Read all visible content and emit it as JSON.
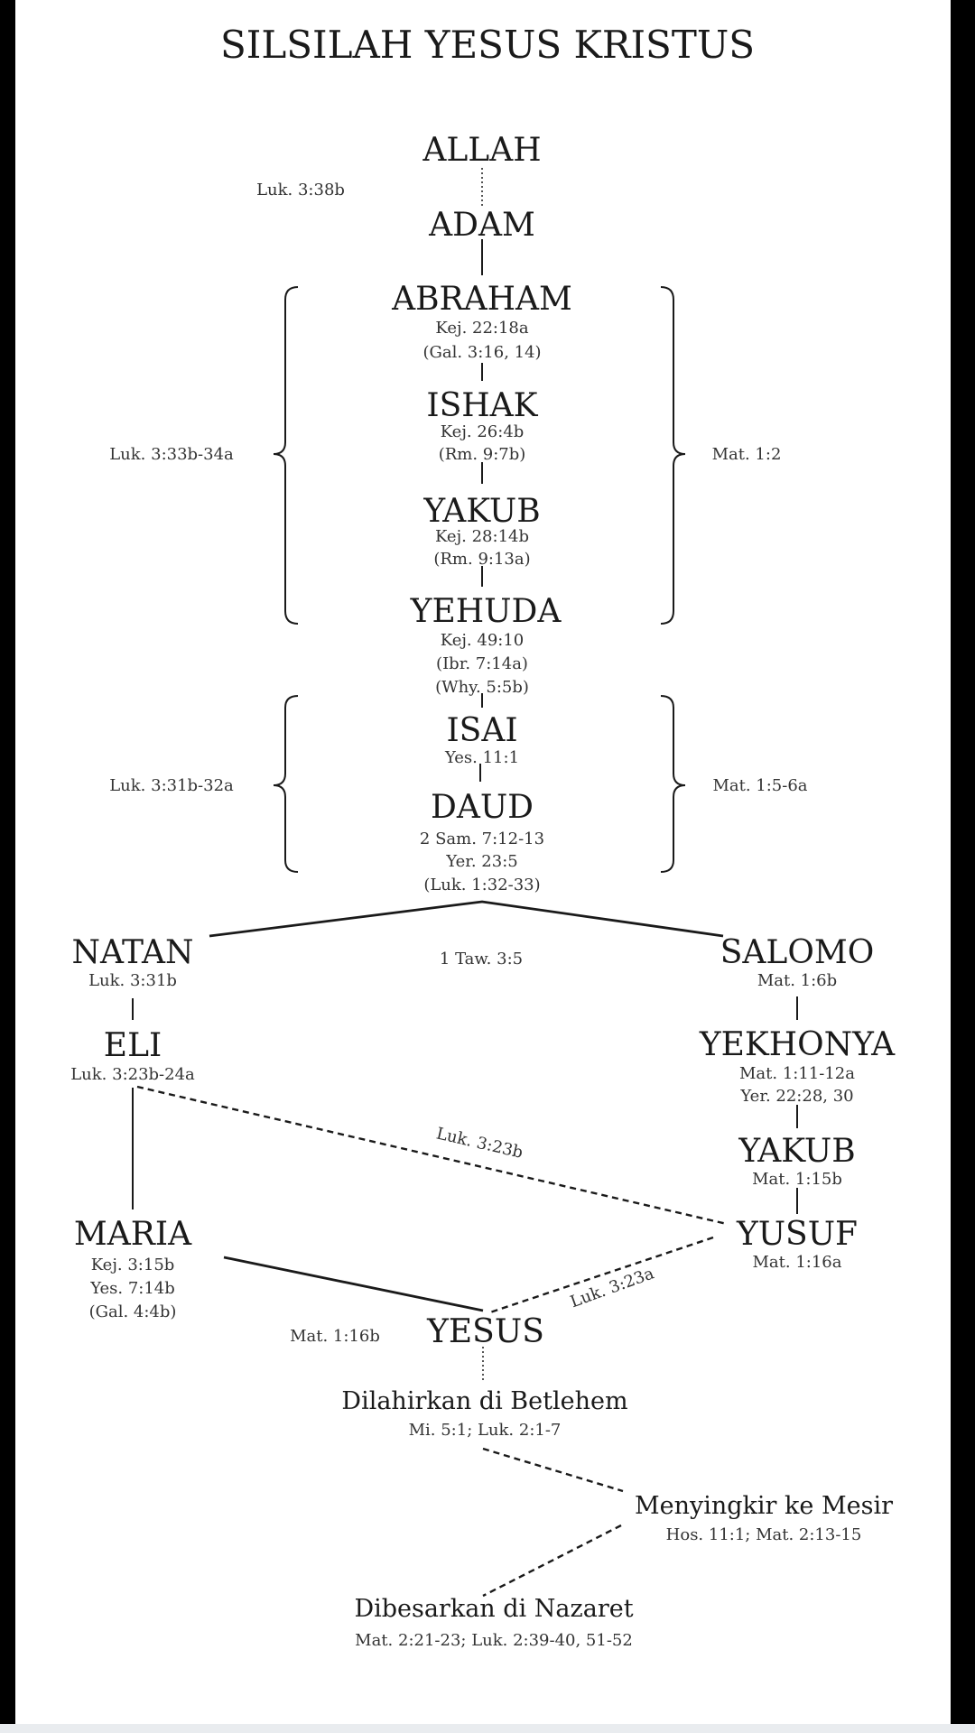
{
  "title": "SILSILAH YESUS KRISTUS",
  "nodes": {
    "allah": {
      "name": "ALLAH"
    },
    "adam": {
      "name": "ADAM",
      "link_ref": "Luk. 3:38b"
    },
    "abraham": {
      "name": "ABRAHAM",
      "refs": [
        "Kej. 22:18a",
        "(Gal. 3:16, 14)"
      ]
    },
    "ishak": {
      "name": "ISHAK",
      "refs": [
        "Kej. 26:4b",
        "(Rm. 9:7b)"
      ]
    },
    "yakub1": {
      "name": "YAKUB",
      "refs": [
        "Kej. 28:14b",
        "(Rm. 9:13a)"
      ]
    },
    "yehuda": {
      "name": "YEHUDA",
      "refs": [
        "Kej. 49:10",
        "(Ibr. 7:14a)",
        "(Why. 5:5b)"
      ]
    },
    "isai": {
      "name": "ISAI",
      "refs": [
        "Yes. 11:1"
      ]
    },
    "daud": {
      "name": "DAUD",
      "refs": [
        "2 Sam. 7:12-13",
        "Yer. 23:5",
        "(Luk. 1:32-33)"
      ]
    },
    "natan": {
      "name": "NATAN",
      "refs": [
        "Luk. 3:31b"
      ]
    },
    "salomo": {
      "name": "SALOMO",
      "refs": [
        "Mat. 1:6b"
      ]
    },
    "eli": {
      "name": "ELI",
      "refs": [
        "Luk. 3:23b-24a"
      ]
    },
    "yekhonya": {
      "name": "YEKHONYA",
      "refs": [
        "Mat. 1:11-12a",
        "Yer. 22:28, 30"
      ]
    },
    "yakub2": {
      "name": "YAKUB",
      "refs": [
        "Mat. 1:15b"
      ]
    },
    "maria": {
      "name": "MARIA",
      "refs": [
        "Kej. 3:15b",
        "Yes. 7:14b",
        "(Gal. 4:4b)"
      ]
    },
    "yusuf": {
      "name": "YUSUF",
      "refs": [
        "Mat. 1:16a"
      ]
    },
    "yesus": {
      "name": "YESUS",
      "side_ref": "Mat. 1:16b"
    }
  },
  "brackets": {
    "upper_left": "Luk. 3:33b-34a",
    "upper_right": "Mat. 1:2",
    "lower_left": "Luk. 3:31b-32a",
    "lower_right": "Mat. 1:5-6a"
  },
  "branch_ref": "1 Taw. 3:5",
  "link_refs": {
    "eli_yusuf": "Luk. 3:23b",
    "yusuf_yesus": "Luk. 3:23a"
  },
  "events": [
    {
      "label": "Dilahirkan di Betlehem",
      "ref": "Mi. 5:1; Luk. 2:1-7"
    },
    {
      "label": "Menyingkir ke Mesir",
      "ref": "Hos. 11:1; Mat. 2:13-15"
    },
    {
      "label": "Dibesarkan di Nazaret",
      "ref": "Mat. 2:21-23; Luk. 2:39-40, 51-52"
    }
  ]
}
